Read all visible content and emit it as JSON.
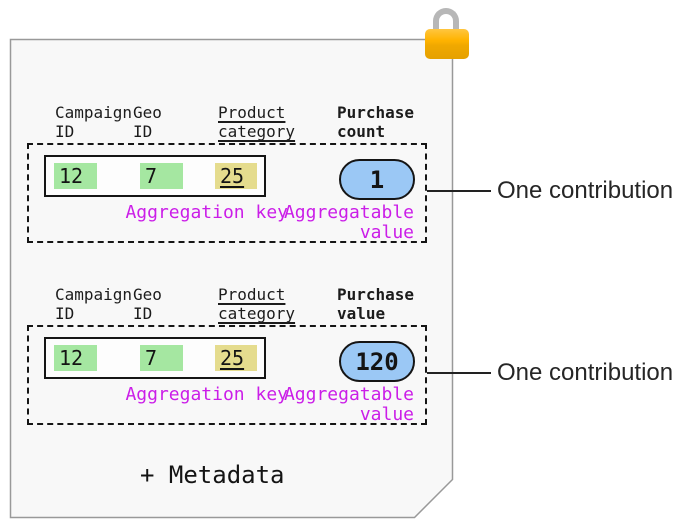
{
  "colors": {
    "paper_fill": "#f8f8f8",
    "paper_border": "#999999",
    "cell_green": "#a5e7a1",
    "cell_yellow": "#e5dc8e",
    "value_blue": "#9bc8f5",
    "magenta": "#cb1ee8",
    "lock_orange": "#ffb300"
  },
  "sections": [
    {
      "columns": [
        {
          "label": "Campaign\nID"
        },
        {
          "label": "Geo\nID"
        },
        {
          "label": "Product\ncategory"
        },
        {
          "label": "Purchase\ncount"
        }
      ],
      "key_cells": [
        {
          "value": "12"
        },
        {
          "value": "7"
        },
        {
          "value": "25"
        }
      ],
      "key_label": "Aggregation key",
      "value": "1",
      "value_label": "Aggregatable\nvalue",
      "callout": "One contribution"
    },
    {
      "columns": [
        {
          "label": "Campaign\nID"
        },
        {
          "label": "Geo\nID"
        },
        {
          "label": "Product\ncategory"
        },
        {
          "label": "Purchase\nvalue"
        }
      ],
      "key_cells": [
        {
          "value": "12"
        },
        {
          "value": "7"
        },
        {
          "value": "25"
        }
      ],
      "key_label": "Aggregation key",
      "value": "120",
      "value_label": "Aggregatable\nvalue",
      "callout": "One contribution"
    }
  ],
  "footer": {
    "metadata_label": "+ Metadata"
  }
}
